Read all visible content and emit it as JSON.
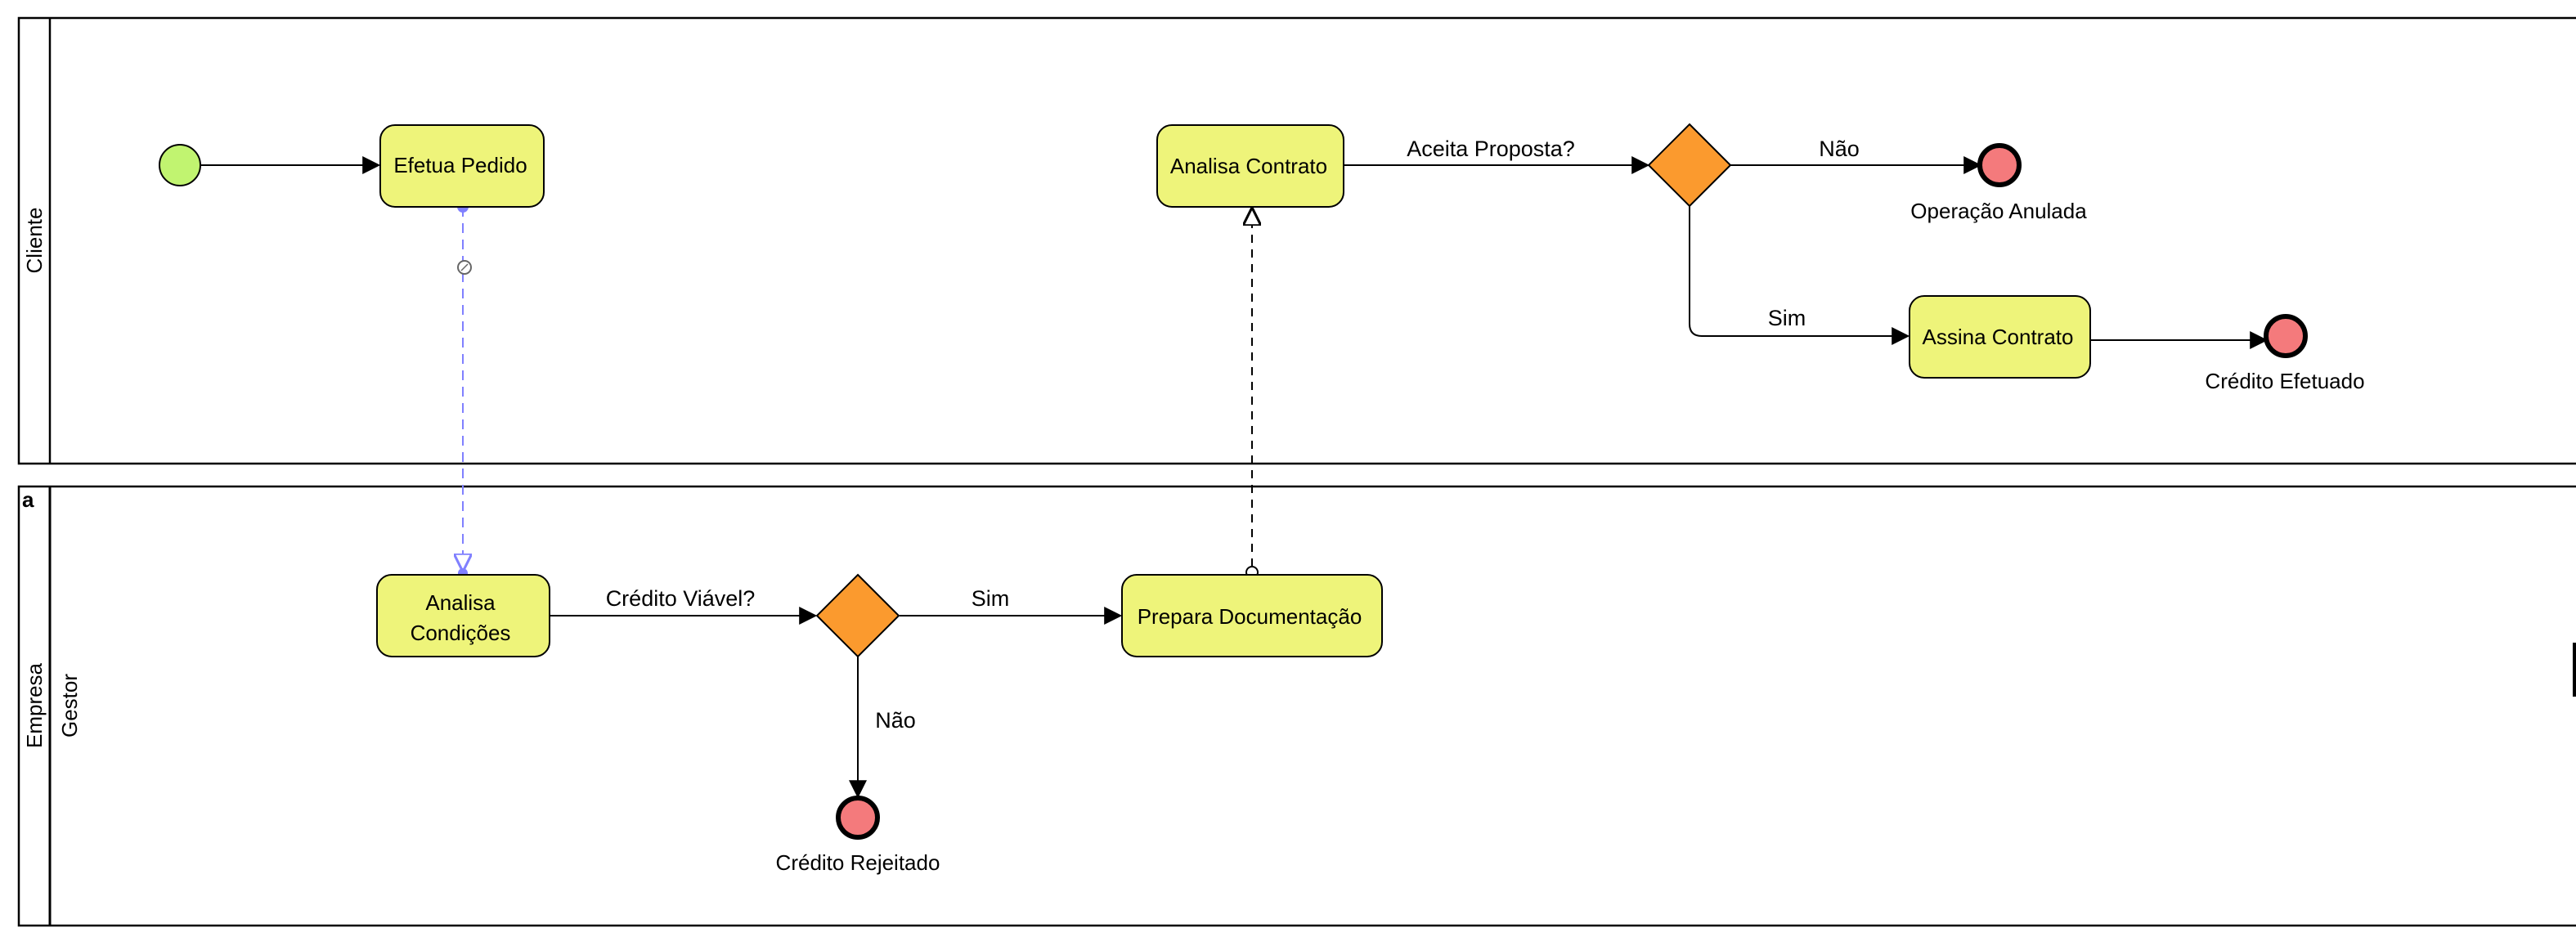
{
  "pools": [
    {
      "id": "cliente",
      "label": "Cliente"
    },
    {
      "id": "empresa",
      "label": "Empresa",
      "lane_label": "Gestor",
      "corner_marker": "a"
    }
  ],
  "tasks": {
    "efetua_pedido": "Efetua Pedido",
    "analisa_contrato": "Analisa Contrato",
    "assina_contrato": "Assina Contrato",
    "analisa_condicoes_line1": "Analisa",
    "analisa_condicoes_line2": "Condições",
    "prepara_documentacao": "Prepara Documentação"
  },
  "end_events": {
    "operacao_anulada": "Operação Anulada",
    "credito_efetuado": "Crédito Efetuado",
    "credito_rejeitado": "Crédito Rejeitado"
  },
  "flow_labels": {
    "aceita_proposta": "Aceita Proposta?",
    "nao_cliente": "Não",
    "sim_cliente": "Sim",
    "credito_viavel": "Crédito Viável?",
    "sim_empresa": "Sim",
    "nao_empresa": "Não"
  },
  "colors": {
    "task_fill": "#eef47a",
    "gateway_fill": "#fb9a2e",
    "start_fill": "#c1f470",
    "end_fill": "#f47a7c",
    "message_flow_blue": "#8080ff"
  }
}
